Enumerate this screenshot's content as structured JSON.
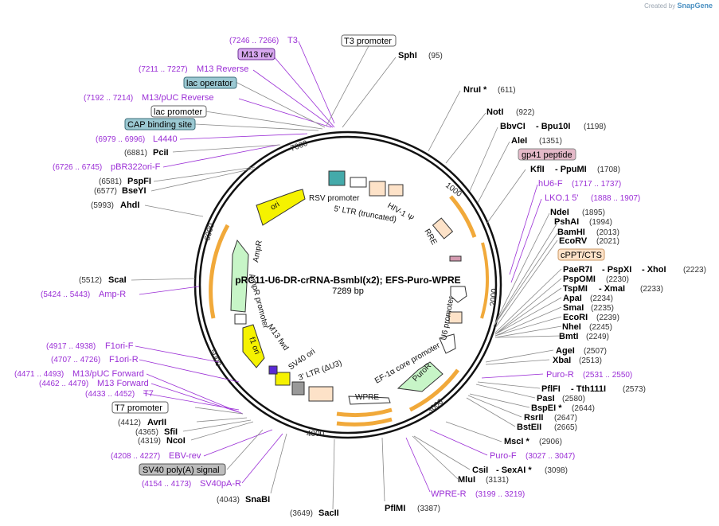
{
  "title": "pRC11-U6-DR-crRNA-BsmbI(x2); EFS-Puro-WPRE",
  "length_text": "7289 bp",
  "credit": {
    "created_by": "Created by",
    "brand": "SnapGene"
  },
  "colors": {
    "primer": "#9b2fd6",
    "ori": "#f5f200",
    "ampR": "#c7f5c7",
    "ltr": "#fde2c8",
    "promoter": "#ffffff",
    "orf_arrow": "#f1a93a"
  },
  "ticks": [
    "1000",
    "2000",
    "3000",
    "4000",
    "5000",
    "6000",
    "7000"
  ],
  "sites_right": [
    {
      "name": "SphI",
      "pos": "(95)"
    },
    {
      "name": "NruI *",
      "pos": "(611)"
    },
    {
      "name": "NotI",
      "pos": "(922)"
    },
    {
      "name": "BbvCI",
      "pos": "- Bpu10I",
      "pos2": "(1198)"
    },
    {
      "name": "AleI",
      "pos": "(1351)"
    },
    {
      "name": "KflI",
      "pos": "- PpuMI",
      "pos2": "(1708)"
    },
    {
      "name": "NdeI",
      "pos": "(1895)"
    },
    {
      "name": "PshAI",
      "pos": "(1994)"
    },
    {
      "name": "BamHI",
      "pos": "(2013)"
    },
    {
      "name": "EcoRV",
      "pos": "(2021)"
    },
    {
      "name": "PaeR7I",
      "pos": "- PspXI",
      "pos2": "- XhoI",
      "pos3": "(2223)"
    },
    {
      "name": "PspOMI",
      "pos": "(2230)"
    },
    {
      "name": "TspMI",
      "pos": "- XmaI",
      "pos2": "(2233)"
    },
    {
      "name": "ApaI",
      "pos": "(2234)"
    },
    {
      "name": "SmaI",
      "pos": "(2235)"
    },
    {
      "name": "EcoRI",
      "pos": "(2239)"
    },
    {
      "name": "NheI",
      "pos": "(2245)"
    },
    {
      "name": "BmtI",
      "pos": "(2249)"
    },
    {
      "name": "AgeI",
      "pos": "(2507)"
    },
    {
      "name": "XbaI",
      "pos": "(2513)"
    },
    {
      "name": "PflFI",
      "pos": "- Tth111I",
      "pos2": "(2573)"
    },
    {
      "name": "PasI",
      "pos": "(2580)"
    },
    {
      "name": "BspEI *",
      "pos": "(2644)"
    },
    {
      "name": "RsrII",
      "pos": "(2647)"
    },
    {
      "name": "BstEII",
      "pos": "(2665)"
    },
    {
      "name": "MscI *",
      "pos": "(2906)"
    },
    {
      "name": "CsiI",
      "pos": "- SexAI *",
      "pos2": "(3098)"
    },
    {
      "name": "MluI",
      "pos": "(3131)"
    },
    {
      "name": "PflMI",
      "pos": "(3387)"
    },
    {
      "name": "SacII",
      "pos": "(3649)"
    },
    {
      "name": "SnaBI",
      "pos": "(4043)"
    }
  ],
  "primers_right": [
    {
      "name": "hU6-F",
      "pos": "(1717 .. 1737)"
    },
    {
      "name": "LKO.1 5'",
      "pos": "(1888 .. 1907)"
    },
    {
      "name": "Puro-R",
      "pos": "(2531 .. 2550)"
    },
    {
      "name": "Puro-F",
      "pos": "(3027 .. 3047)"
    },
    {
      "name": "WPRE-R",
      "pos": "(3199 .. 3219)"
    }
  ],
  "boxed_right": [
    {
      "name": "T3 promoter"
    },
    {
      "name": "gp41 peptide"
    },
    {
      "name": "cPPT/CTS"
    }
  ],
  "left_sites": [
    {
      "name": "PciI",
      "pos": "(6881)"
    },
    {
      "name": "PspFI",
      "pos": "(6581)"
    },
    {
      "name": "BseYI",
      "pos": "(6577)"
    },
    {
      "name": "AhdI",
      "pos": "(5993)"
    },
    {
      "name": "ScaI",
      "pos": "(5512)"
    },
    {
      "name": "AvrII",
      "pos": "(4412)"
    },
    {
      "name": "SfiI",
      "pos": "(4365)"
    },
    {
      "name": "NcoI",
      "pos": "(4319)"
    }
  ],
  "left_primers": [
    {
      "name": "T3",
      "pos": "(7246 .. 7266)"
    },
    {
      "name": "M13 Reverse",
      "pos": "(7211 .. 7227)"
    },
    {
      "name": "M13/pUC Reverse",
      "pos": "(7192 .. 7214)"
    },
    {
      "name": "L4440",
      "pos": "(6979 .. 6996)"
    },
    {
      "name": "pBR322ori-F",
      "pos": "(6726 .. 6745)"
    },
    {
      "name": "Amp-R",
      "pos": "(5424 .. 5443)"
    },
    {
      "name": "F1ori-F",
      "pos": "(4917 .. 4938)"
    },
    {
      "name": "F1ori-R",
      "pos": "(4707 .. 4726)"
    },
    {
      "name": "M13/pUC Forward",
      "pos": "(4471 .. 4493)"
    },
    {
      "name": "M13 Forward",
      "pos": "(4462 .. 4479)"
    },
    {
      "name": "T7",
      "pos": "(4433 .. 4452)"
    },
    {
      "name": "EBV-rev",
      "pos": "(4208 .. 4227)"
    },
    {
      "name": "SV40pA-R",
      "pos": "(4154 .. 4173)"
    }
  ],
  "left_boxes": [
    {
      "name": "M13 rev"
    },
    {
      "name": "lac operator"
    },
    {
      "name": "lac promoter"
    },
    {
      "name": "CAP binding site"
    },
    {
      "name": "T7 promoter"
    },
    {
      "name": "SV40 poly(A) signal"
    }
  ],
  "features": [
    {
      "name": "RSV promoter"
    },
    {
      "name": "5' LTR (truncated)"
    },
    {
      "name": "HIV-1 Ψ"
    },
    {
      "name": "RRE"
    },
    {
      "name": "U6 promoter"
    },
    {
      "name": "EF-1α core promoter"
    },
    {
      "name": "PuroR"
    },
    {
      "name": "WPRE"
    },
    {
      "name": "3' LTR (ΔU3)"
    },
    {
      "name": "SV40 ori"
    },
    {
      "name": "M13 fwd"
    },
    {
      "name": "f1 ori"
    },
    {
      "name": "AmpR promoter"
    },
    {
      "name": "AmpR"
    },
    {
      "name": "ori"
    }
  ]
}
